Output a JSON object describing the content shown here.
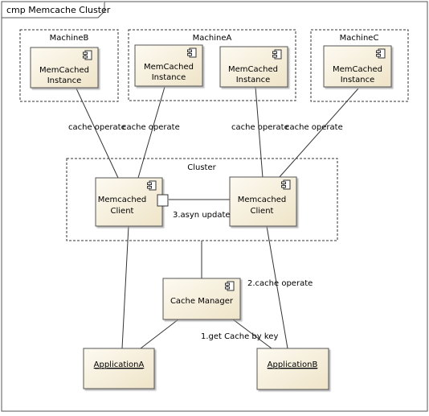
{
  "frame": {
    "title": "cmp Memcache Cluster"
  },
  "groups": {
    "machine_b": "MachineB",
    "machine_a": "MachineA",
    "machine_c": "MachineC",
    "cluster": "Cluster"
  },
  "components": {
    "memcached_b": [
      "MemCached",
      "Instance"
    ],
    "memcached_a1": [
      "MemCached",
      "Instance"
    ],
    "memcached_a2": [
      "MemCached",
      "Instance"
    ],
    "memcached_c": [
      "MemCached",
      "Instance"
    ],
    "client_left": [
      "Memcached",
      "Client"
    ],
    "client_right": [
      "Memcached",
      "Client"
    ],
    "cache_manager": [
      "Cache Manager"
    ]
  },
  "instances": {
    "application_a": "ApplicationA",
    "application_b": "ApplicationB"
  },
  "connector_labels": {
    "cache_op_1": "cache operate",
    "cache_op_2": "cache operate",
    "cache_op_3": "cache operate",
    "cache_op_4": "cache operate",
    "asyn_update": "3.asyn update",
    "cache_operate_2": "2.cache operate",
    "get_cache_by_key": "1.get Cache by key"
  },
  "colors": {
    "component_fill": "#f7f0df",
    "border": "#6a6a6a",
    "text": "#000000"
  }
}
